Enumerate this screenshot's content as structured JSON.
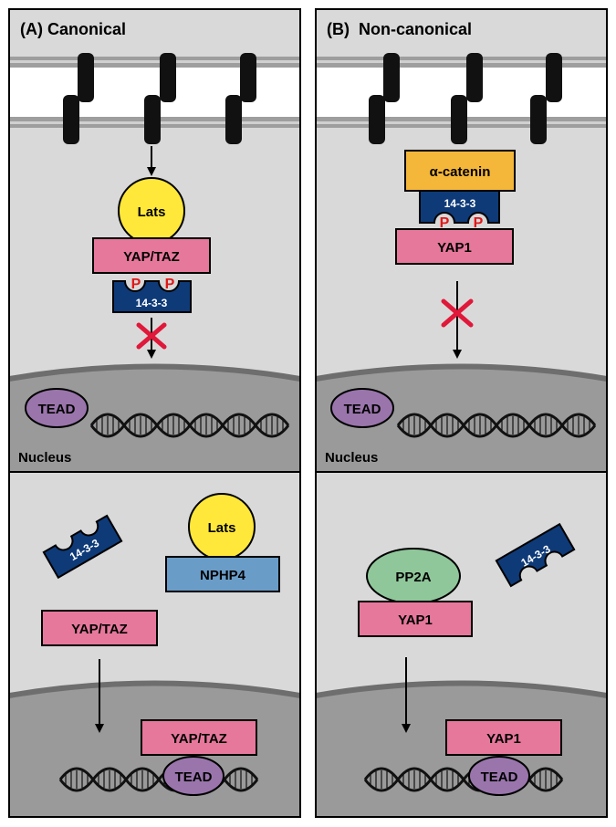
{
  "panel_a": {
    "title": "(A) Canonical",
    "lats": "Lats",
    "yap_taz": "YAP/TAZ",
    "phospho": "P",
    "protein_1433": "14-3-3",
    "tead": "TEAD",
    "nucleus": "Nucleus",
    "lower_1433": "14-3-3",
    "lower_lats": "Lats",
    "nphp4": "NPHP4",
    "lower_yap_taz": "YAP/TAZ",
    "nuclear_yap_taz": "YAP/TAZ",
    "nuclear_tead": "TEAD"
  },
  "panel_b": {
    "title": "(B)  Non-canonical",
    "alpha_catenin": "α-catenin",
    "protein_1433": "14-3-3",
    "phospho": "P",
    "yap1": "YAP1",
    "tead": "TEAD",
    "nucleus": "Nucleus",
    "pp2a": "PP2A",
    "lower_yap1": "YAP1",
    "lower_1433": "14-3-3",
    "nuclear_yap1": "YAP1",
    "nuclear_tead": "TEAD"
  },
  "colors": {
    "cytoplasm": "#d9d9d9",
    "nucleus": "#9a9a9a",
    "lats": "#ffe83a",
    "yap": "#e6789c",
    "protein_1433": "#0e3a78",
    "tead": "#9a75ac",
    "alpha_catenin": "#f5b73a",
    "nphp4": "#6a9cc8",
    "pp2a": "#8fc79a",
    "block_x": "#e0183a"
  }
}
